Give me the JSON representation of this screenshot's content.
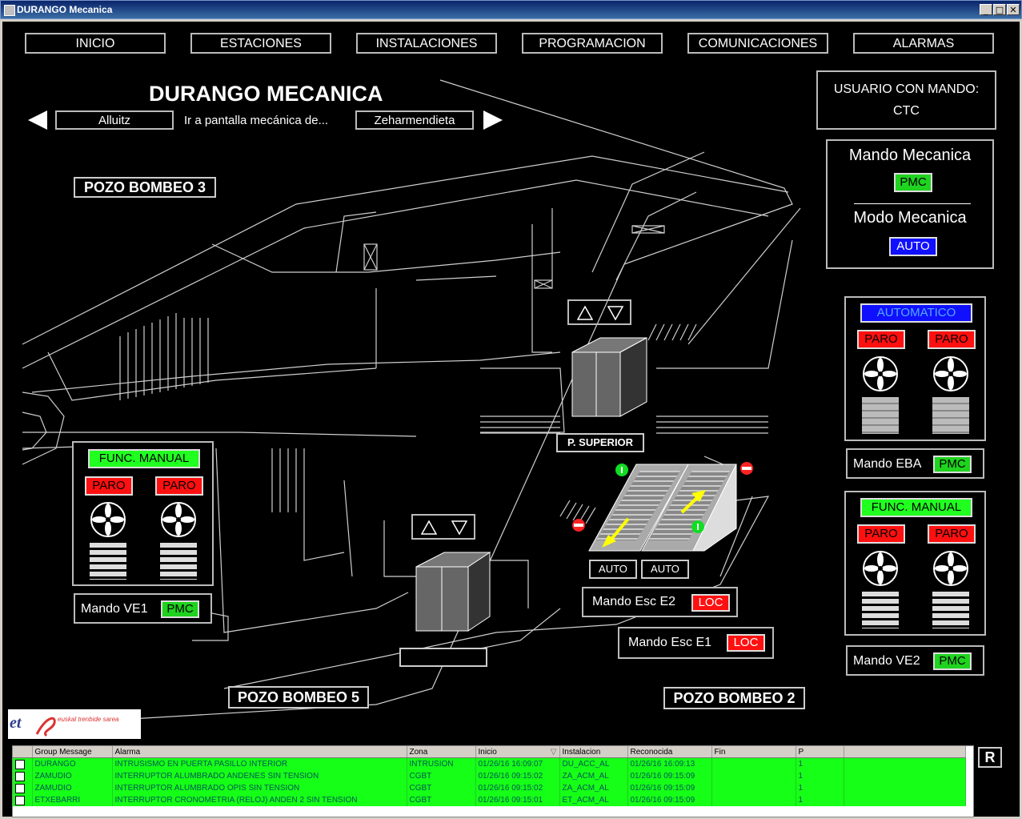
{
  "window": {
    "title": "DURANGO Mecanica"
  },
  "nav": [
    "INICIO",
    "ESTACIONES",
    "INSTALACIONES",
    "PROGRAMACION",
    "COMUNICACIONES",
    "ALARMAS"
  ],
  "header": {
    "title": "DURANGO MECANICA",
    "prev_station": "Alluitz",
    "goto_label": "Ir a pantalla mecánica de...",
    "next_station": "Zeharmendieta"
  },
  "user": {
    "label": "USUARIO CON MANDO:",
    "value": "CTC"
  },
  "mando": {
    "mando_title": "Mando Mecanica",
    "mando_value": "PMC",
    "modo_title": "Modo Mecanica",
    "modo_value": "AUTO"
  },
  "pozos": {
    "p3": "POZO BOMBEO 3",
    "p5": "POZO BOMBEO 5",
    "p2": "POZO BOMBEO 2"
  },
  "eba": {
    "mode": "AUTOMATICO",
    "paro1": "PARO",
    "paro2": "PARO",
    "mando_label": "Mando EBA",
    "mando_value": "PMC"
  },
  "ve1": {
    "mode": "FUNC. MANUAL",
    "paro1": "PARO",
    "paro2": "PARO",
    "mando_label": "Mando VE1",
    "mando_value": "PMC"
  },
  "ve2": {
    "mode": "FUNC. MANUAL",
    "paro1": "PARO",
    "paro2": "PARO",
    "mando_label": "Mando VE2",
    "mando_value": "PMC"
  },
  "elevators": {
    "upper_label": "P. SUPERIOR",
    "lower_label": ""
  },
  "escalators": {
    "auto1": "AUTO",
    "auto2": "AUTO",
    "e2_label": "Mando Esc E2",
    "e2_value": "LOC",
    "e1_label": "Mando Esc E1",
    "e1_value": "LOC"
  },
  "logo": {
    "text": "euskal trenbide sarea"
  },
  "r_button": "R",
  "alarms": {
    "columns": [
      "",
      "Group Message",
      "Alarma",
      "Zona",
      "Inicio",
      "Instalacion",
      "Reconocida",
      "Fin",
      "P",
      ""
    ],
    "rows": [
      [
        "DURANGO",
        "INTRUSISMO EN PUERTA PASILLO INTERIOR",
        "INTRUSION",
        "01/26/16 16:09:07",
        "DU_ACC_AL",
        "01/26/16 16:09:13",
        "",
        "1"
      ],
      [
        "ZAMUDIO",
        "INTERRUPTOR ALUMBRADO ANDENES SIN TENSION",
        "CGBT",
        "01/26/16 09:15:02",
        "ZA_ACM_AL",
        "01/26/16 09:15:09",
        "",
        "1"
      ],
      [
        "ZAMUDIO",
        "INTERRUPTOR ALUMBRADO OPIS SIN TENSION",
        "CGBT",
        "01/26/16 09:15:02",
        "ZA_ACM_AL",
        "01/26/16 09:15:09",
        "",
        "1"
      ],
      [
        "ETXEBARRI",
        "INTERRUPTOR CRONOMETRIA (RELOJ) ANDEN 2 SIN TENSION",
        "CGBT",
        "01/26/16 09:15:01",
        "ET_ACM_AL",
        "01/26/16 09:15:09",
        "",
        "1"
      ]
    ]
  },
  "colors": {
    "bg": "#000000",
    "status_green": "#1fd31f",
    "status_red": "#ff1010",
    "status_blue": "#1010ff",
    "alarm_row": "#16ff16"
  }
}
